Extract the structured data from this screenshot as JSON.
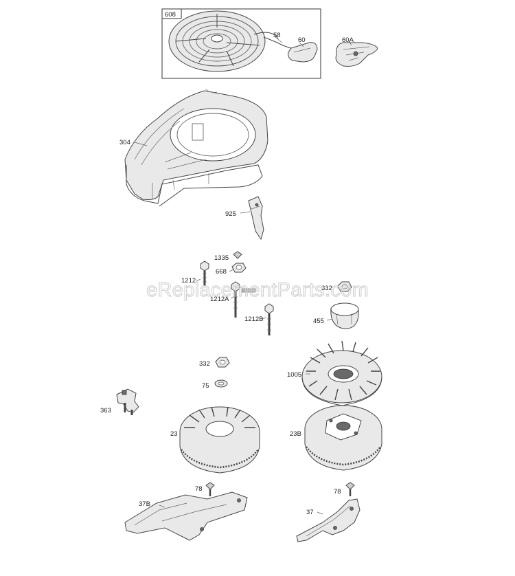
{
  "diagram": {
    "watermark": "eReplacementParts.com",
    "parts": [
      {
        "id": "608",
        "label": "608"
      },
      {
        "id": "58",
        "label": "58"
      },
      {
        "id": "60",
        "label": "60"
      },
      {
        "id": "60A",
        "label": "60A"
      },
      {
        "id": "304",
        "label": "304"
      },
      {
        "id": "925",
        "label": "925"
      },
      {
        "id": "1335",
        "label": "1335"
      },
      {
        "id": "668",
        "label": "668"
      },
      {
        "id": "1212",
        "label": "1212"
      },
      {
        "id": "1212A",
        "label": "1212A"
      },
      {
        "id": "1212B",
        "label": "1212B"
      },
      {
        "id": "332a",
        "label": "332"
      },
      {
        "id": "455",
        "label": "455"
      },
      {
        "id": "332b",
        "label": "332"
      },
      {
        "id": "75",
        "label": "75"
      },
      {
        "id": "1005",
        "label": "1005"
      },
      {
        "id": "363",
        "label": "363"
      },
      {
        "id": "23",
        "label": "23"
      },
      {
        "id": "23B",
        "label": "23B"
      },
      {
        "id": "78a",
        "label": "78"
      },
      {
        "id": "78b",
        "label": "78"
      },
      {
        "id": "37B",
        "label": "37B"
      },
      {
        "id": "37",
        "label": "37"
      }
    ]
  }
}
